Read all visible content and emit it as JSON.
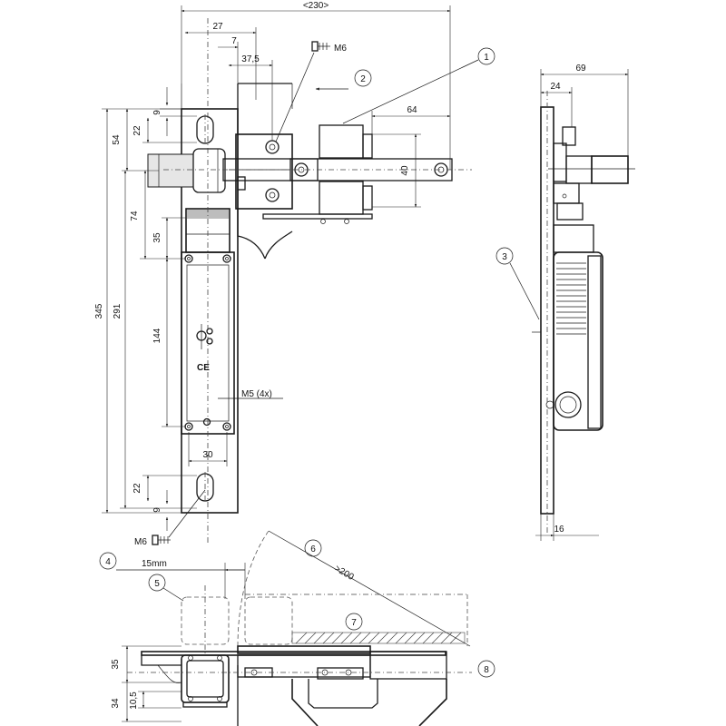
{
  "dimensions": {
    "d230": "<230>",
    "d27": "27",
    "d7": "7",
    "d37_5": "37,5",
    "d64": "64",
    "d40": "40",
    "d9a": "9",
    "d22a": "22",
    "d54": "54",
    "d74": "74",
    "d35a": "35",
    "d345": "345",
    "d291": "291",
    "d144": "144",
    "d30": "30",
    "d22b": "22",
    "d9b": "9",
    "d69": "69",
    "d24": "24",
    "d16": "16",
    "d15mm": "15mm",
    "d200": ">200",
    "d35b": "35",
    "d34": "34",
    "d10_5": "10,5"
  },
  "labels": {
    "m6_top": "M6",
    "m6_bottom": "M6",
    "m5": "M5 (4x)",
    "ce": "CE"
  },
  "callouts": [
    "1",
    "2",
    "3",
    "4",
    "5",
    "6",
    "7",
    "8"
  ]
}
